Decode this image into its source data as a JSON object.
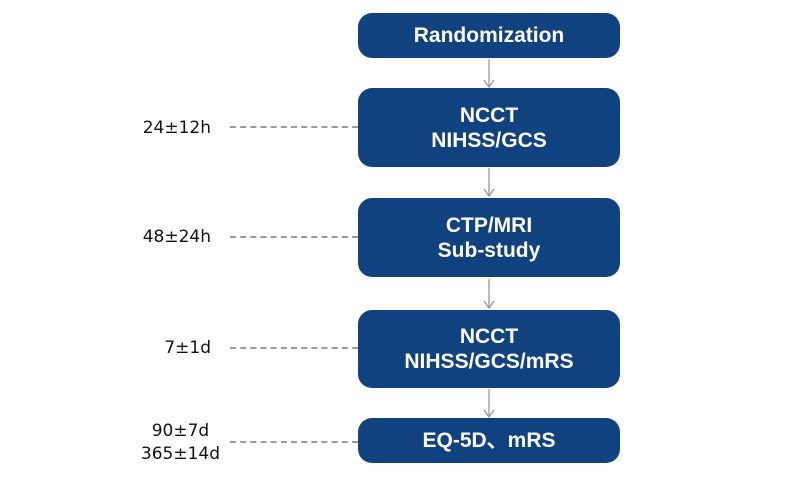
{
  "figure": {
    "type": "flowchart",
    "background": "#ffffff",
    "colors": {
      "box_fill": "#104280",
      "box_text": "#ffffff",
      "arrow": "#999999",
      "dashed_line": "#9b9b9b",
      "label_text": "#111111"
    },
    "steps": [
      {
        "name": "randomization",
        "lines": [
          "Randomization"
        ],
        "time_lines": []
      },
      {
        "name": "ncct-nihss-gcs",
        "lines": [
          "NCCT",
          "NIHSS/GCS"
        ],
        "time_lines": [
          "24±12h"
        ]
      },
      {
        "name": "ctp-mri-sub-study",
        "lines": [
          "CTP/MRI",
          "Sub-study"
        ],
        "time_lines": [
          "48±24h"
        ]
      },
      {
        "name": "ncct-nihss-gcs-mrs",
        "lines": [
          "NCCT",
          "NIHSS/GCS/mRS"
        ],
        "time_lines": [
          "7±1d"
        ]
      },
      {
        "name": "eq5d-mrs",
        "lines": [
          "EQ-5D、mRS"
        ],
        "time_lines": [
          "90±7d",
          "365±14d"
        ]
      }
    ]
  }
}
